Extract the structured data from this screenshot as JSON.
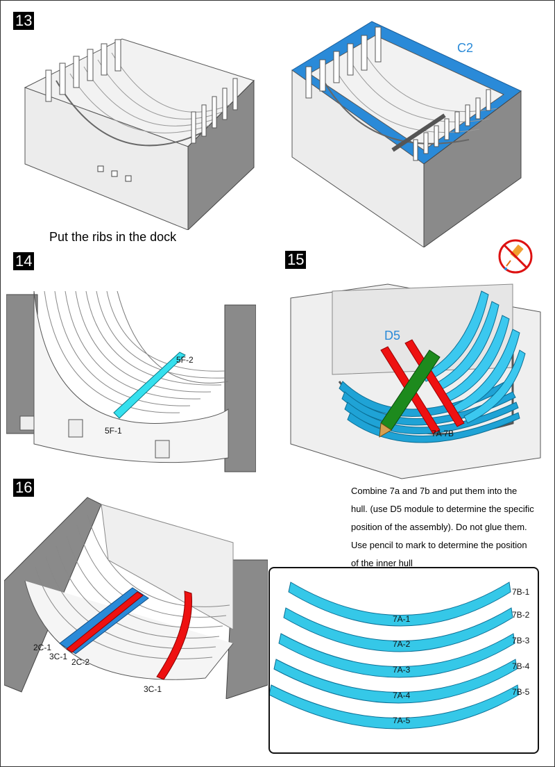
{
  "steps": [
    {
      "number": "13",
      "caption": "Put the ribs in the dock",
      "part_label": "C2"
    },
    {
      "number": "14",
      "part_labels": [
        "5F-2",
        "5F-1"
      ]
    },
    {
      "number": "15",
      "part_label": "D5",
      "assembly_label": "7A 7B",
      "no_glue_icon": "no-glue-icon"
    },
    {
      "number": "16",
      "part_labels": [
        "2C-1",
        "3C-1",
        "2C-2",
        "3C-1"
      ]
    }
  ],
  "instructions": [
    "Combine 7a and 7b and put them into the",
    "hull. (use D5 module to determine the specific",
    " position of the assembly). Do not glue them.",
    "Use pencil to mark to determine the position",
    " of the inner hull"
  ],
  "ribs": [
    {
      "a": "7A-1",
      "b": "7B-1"
    },
    {
      "a": "7A-2",
      "b": "7B-2"
    },
    {
      "a": "7A-3",
      "b": "7B-3"
    },
    {
      "a": "7A-4",
      "b": "7B-4"
    },
    {
      "a": "7A-5",
      "b": "7B-5"
    }
  ],
  "colors": {
    "blue": "#2a8ad8",
    "cyan": "#35c8e8",
    "red": "#ee1111",
    "green": "#1d8a1d",
    "grey": "#777777"
  }
}
